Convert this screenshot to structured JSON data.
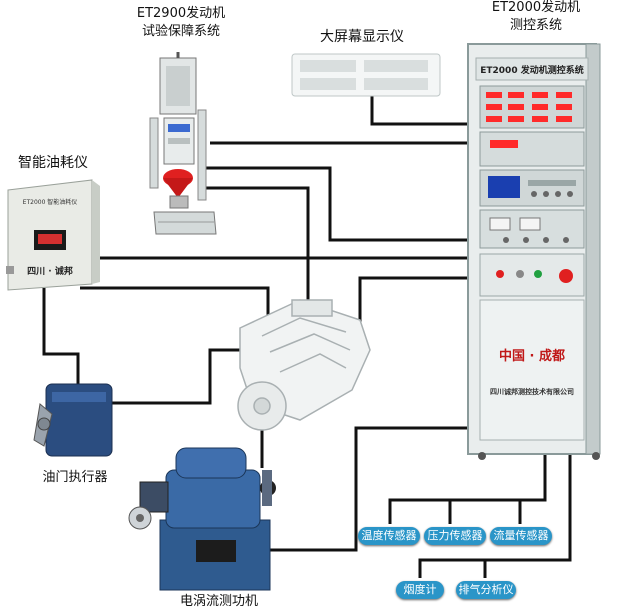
{
  "labels": {
    "et2900_line1": "ET2900发动机",
    "et2900_line2": "试验保障系统",
    "big_screen": "大屏幕显示仪",
    "et2000_line1": "ET2000发动机",
    "et2000_line2": "测控系统",
    "fuel_meter": "智能油耗仪",
    "throttle_actuator": "油门执行器",
    "dynamometer": "电涡流测功机"
  },
  "cabinet": {
    "header": "ET2000 发动机测控系统",
    "city": "中国 · 成都",
    "company": "四川诚邦测控技术有限公司"
  },
  "fuel_device": {
    "panel_text": "ET2000 智能油耗仪",
    "brand": "四川 · 诚邦"
  },
  "sensors": [
    {
      "label": "温度传感器"
    },
    {
      "label": "压力传感器"
    },
    {
      "label": "流量传感器"
    },
    {
      "label": "烟度计"
    },
    {
      "label": "排气分析仪"
    }
  ],
  "colors": {
    "cable": "#111111",
    "sensor_badge": "#2a95c8",
    "cabinet_body": "#eef2f2",
    "cabinet_frame": "#8a9a9a",
    "dyno_blue": "#2f5b8f",
    "actuator_blue": "#2b4d80",
    "display_red": "#ff2a2a",
    "display_blue": "#1a3fb0"
  }
}
